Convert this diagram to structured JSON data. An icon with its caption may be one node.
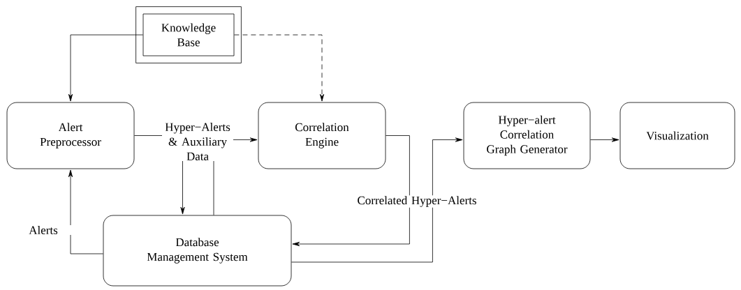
{
  "diagram": {
    "nodes": [
      {
        "text": [
          "Knowledge Base"
        ]
      },
      {
        "text": [
          "Alert Preprocessor"
        ]
      },
      {
        "text": [
          "Correlation Engine"
        ]
      },
      {
        "text": [
          "Hyper−alert Correlation Graph Generator"
        ]
      },
      {
        "text": [
          "Visualization"
        ]
      },
      {
        "text": [
          "Database Management System"
        ]
      }
    ],
    "edges": [
      {
        "from": 0,
        "to": 1,
        "arrow": "to"
      },
      {
        "from": 0,
        "to": 2,
        "arrow": "to",
        "style": "dashed"
      },
      {
        "from": 1,
        "to": 5,
        "arrow": "to",
        "label": "Hyper−Alerts & Auxiliary Data"
      },
      {
        "from": 5,
        "to": 2,
        "arrow": "to"
      },
      {
        "from": 2,
        "to": 5,
        "arrow": "to",
        "label": "Correlated Hyper−Alerts"
      },
      {
        "from": 5,
        "to": 3,
        "arrow": "to"
      },
      {
        "from": 3,
        "to": 4,
        "arrow": "to"
      },
      {
        "from": 5,
        "to": 1,
        "arrow": "to",
        "label": "Alerts"
      }
    ]
  }
}
